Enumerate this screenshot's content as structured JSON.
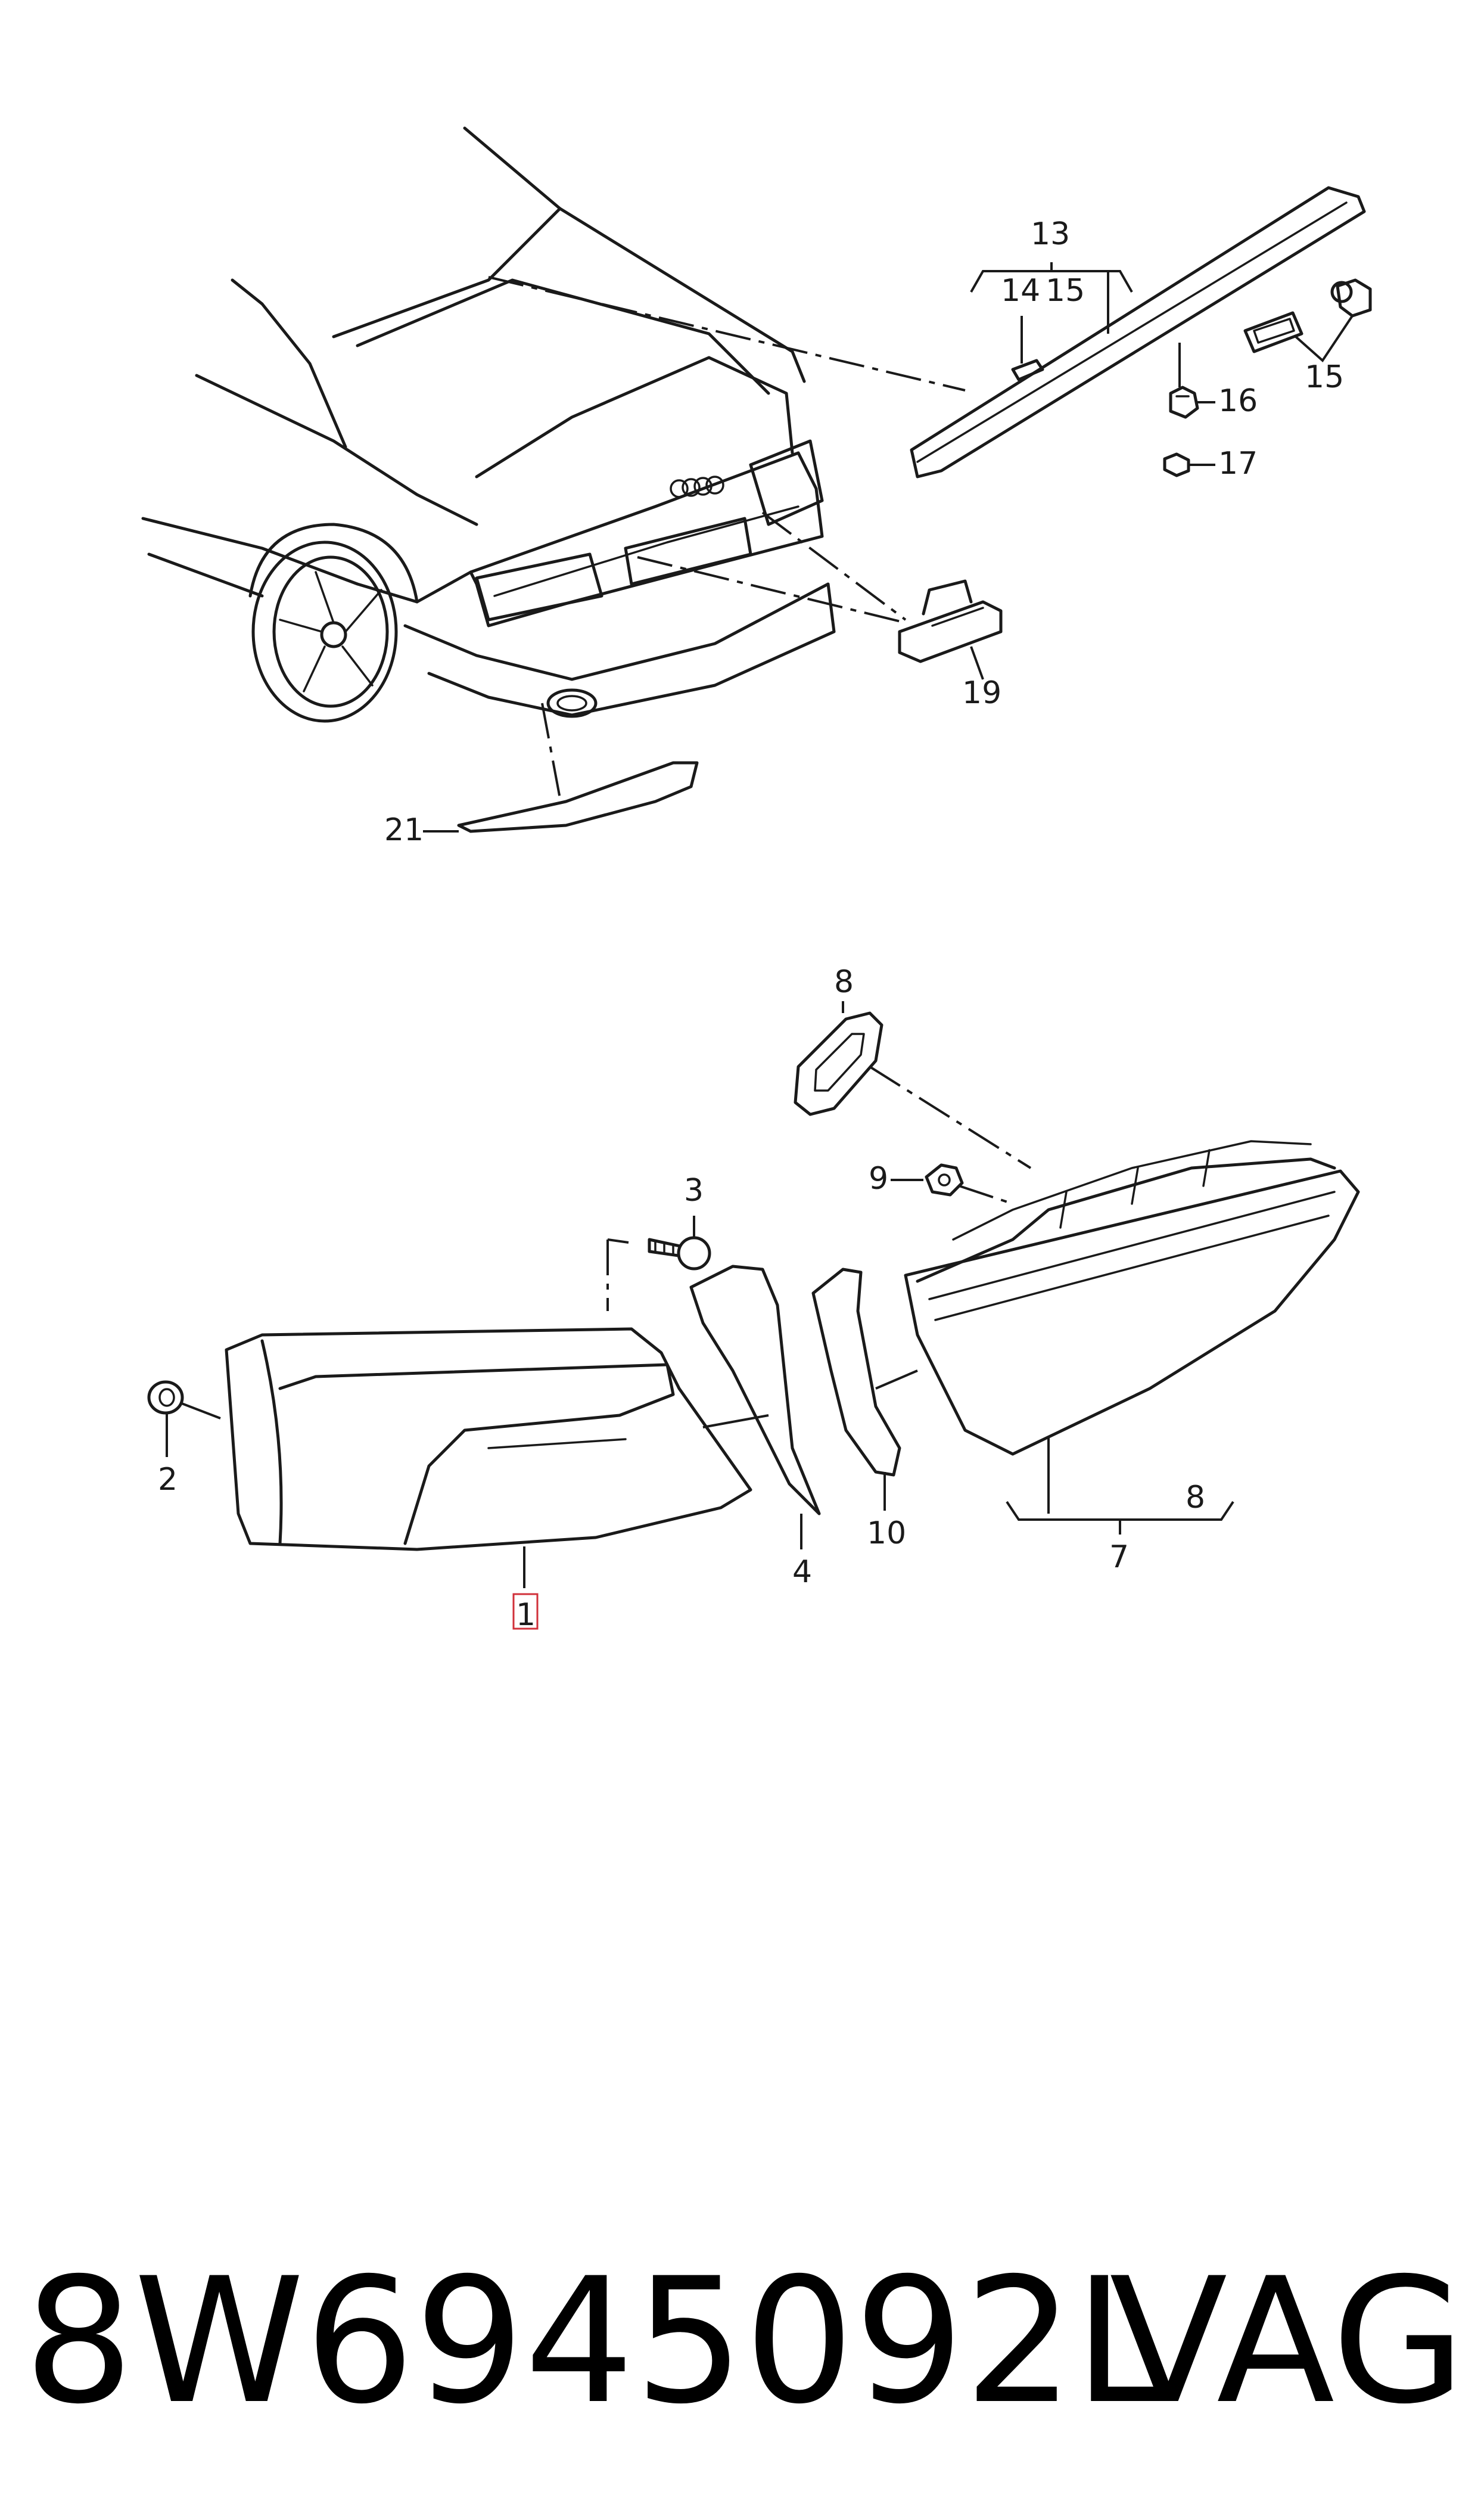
{
  "diagram": {
    "callouts": {
      "c1": "1",
      "c2": "2",
      "c3": "3",
      "c4": "4",
      "c7": "7",
      "c8a": "8",
      "c8b": "8",
      "c9": "9",
      "c10": "10",
      "c13": "13",
      "c14": "14",
      "c15a": "15",
      "c15b": "15",
      "c16": "16",
      "c17": "17",
      "c19": "19",
      "c21": "21"
    },
    "highlighted_callout": "1"
  },
  "caption": {
    "part_number": "8W6945092L",
    "brand": "VAG"
  }
}
